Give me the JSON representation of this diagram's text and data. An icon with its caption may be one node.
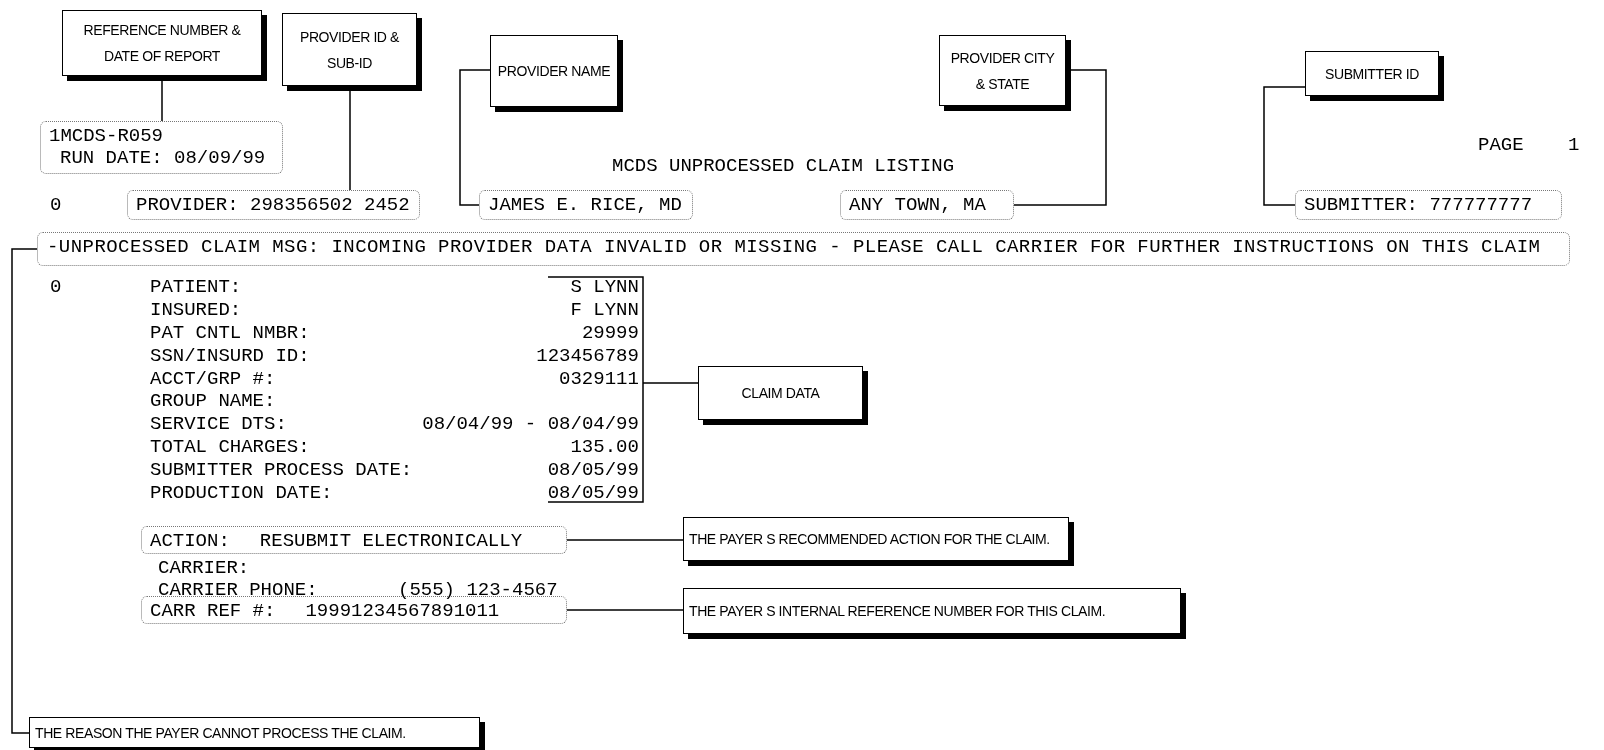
{
  "diagram": {
    "nodes": [
      {
        "text": [
          "REFERENCE NUMBER & DATE OF REPORT"
        ]
      },
      {
        "text": [
          "1MCDS-R059",
          "RUN DATE: 08/09/99"
        ]
      },
      {
        "text": [
          "PROVIDER ID & SUB-ID"
        ]
      },
      {
        "text": [
          "PROVIDER: 298356502 2452"
        ]
      },
      {
        "text": [
          "PROVIDER NAME"
        ]
      },
      {
        "text": [
          "JAMES E. RICE, MD"
        ]
      },
      {
        "text": [
          "PROVIDER CITY & STATE"
        ]
      },
      {
        "text": [
          "ANY TOWN, MA"
        ]
      },
      {
        "text": [
          "SUBMITTER ID"
        ]
      },
      {
        "text": [
          "SUBMITTER: 777777777"
        ]
      },
      {
        "text": [
          "-UNPROCESSED CLAIM MSG: INCOMING PROVIDER DATA INVALID OR MISSING - PLEASE CALL CARRIER FOR FURTHER INSTRUCTIONS ON THIS CLAIM"
        ]
      },
      {
        "text": [
          "PATIENT:",
          "S LYNN",
          "INSURED:",
          "F LYNN",
          "PAT CNTL NMBR:",
          "29999",
          "SSN/INSURD ID:",
          "123456789",
          "ACCT/GRP #:",
          "0329111",
          "GROUP NAME:",
          "SERVICE DTS:",
          "08/04/99 - 08/04/99",
          "TOTAL CHARGES:",
          "135.00",
          "SUBMITTER PROCESS DATE:",
          "08/05/99",
          "PRODUCTION DATE:",
          "08/05/99"
        ]
      },
      {
        "text": [
          "CLAIM DATA"
        ]
      },
      {
        "text": [
          "ACTION:",
          "RESUBMIT ELECTRONICALLY"
        ]
      },
      {
        "text": [
          "THE PAYER S RECOMMENDED ACTION FOR THE CLAIM."
        ]
      },
      {
        "text": [
          "CARR REF #:",
          "19991234567891011"
        ]
      },
      {
        "text": [
          "THE PAYER S INTERNAL REFERENCE NUMBER FOR THIS CLAIM."
        ]
      },
      {
        "text": [
          "THE REASON THE PAYER CANNOT PROCESS THE CLAIM."
        ]
      }
    ],
    "edges": [
      {
        "from": 0,
        "to": 1,
        "arrow": "none"
      },
      {
        "from": 2,
        "to": 3,
        "arrow": "none"
      },
      {
        "from": 4,
        "to": 5,
        "arrow": "none"
      },
      {
        "from": 6,
        "to": 7,
        "arrow": "none"
      },
      {
        "from": 8,
        "to": 9,
        "arrow": "none"
      },
      {
        "from": 10,
        "to": 17,
        "arrow": "none"
      },
      {
        "from": 12,
        "to": 11,
        "arrow": "none"
      },
      {
        "from": 13,
        "to": 14,
        "arrow": "none"
      },
      {
        "from": 15,
        "to": 16,
        "arrow": "none"
      }
    ],
    "labels": [
      "MCDS UNPROCESSED CLAIM LISTING",
      "PAGE",
      "1",
      "0",
      "0",
      "CARRIER:",
      "CARRIER PHONE:",
      "(555) 123-4567"
    ]
  }
}
